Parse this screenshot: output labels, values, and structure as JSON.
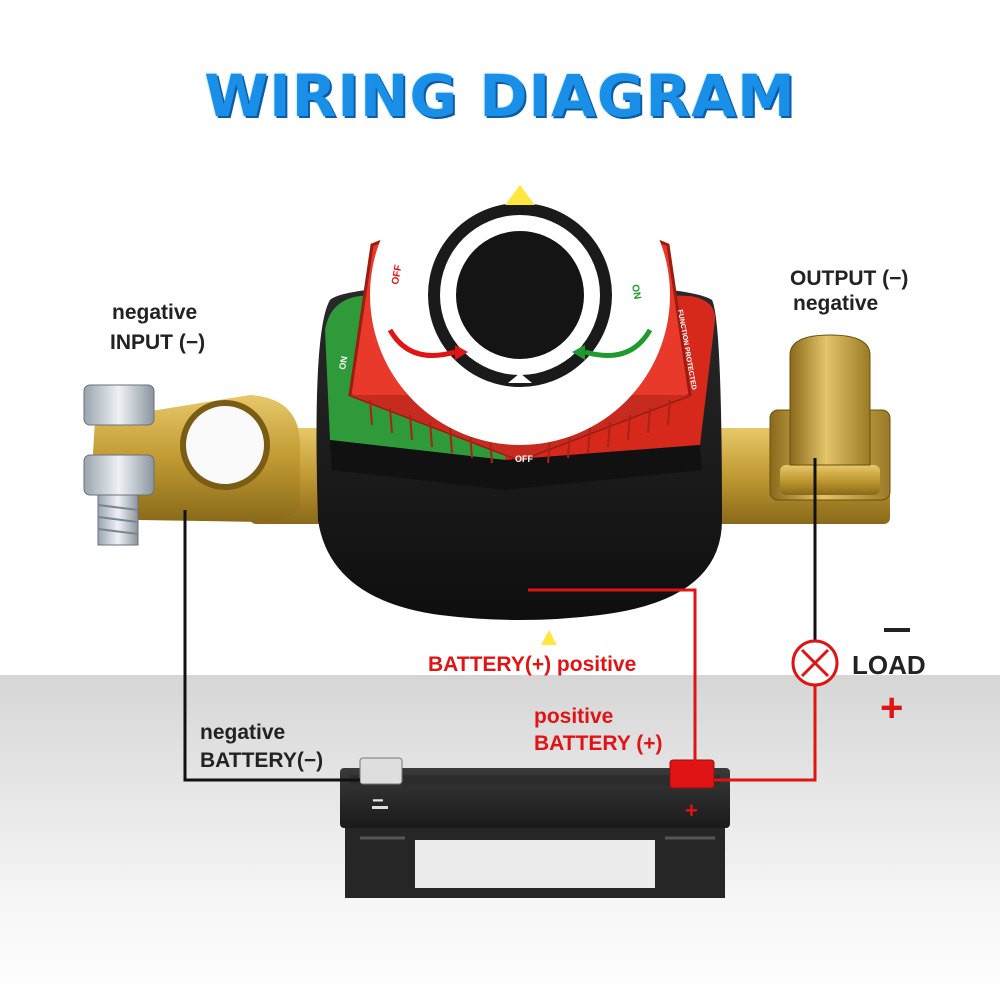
{
  "title": "WIRING DIAGRAM",
  "labels": {
    "input_negative_line1": "negative",
    "input_negative_line2": "INPUT (−)",
    "output_negative_line1": "OUTPUT (−)",
    "output_negative_line2": "negative",
    "battery_positive_center": "BATTERY(+) positive",
    "load": "LOAD",
    "load_plus": "+",
    "battery_negative_line1": "negative",
    "battery_negative_line2": "BATTERY(−)",
    "battery_positive_line1": "positive",
    "battery_positive_line2": "BATTERY (+)"
  },
  "knob": {
    "off_left": "OFF",
    "on_right": "ON",
    "on_side": "ON",
    "off_side": "OFF",
    "side_text": "FUNCTION PROTECTED"
  },
  "battery": {
    "plus_mark": "+",
    "minus_mark": "−"
  },
  "colors": {
    "title_blue": "#1a8fe8",
    "wire_red": "#e01414",
    "wire_black": "#111111",
    "knob_red": "#e8392a",
    "brass": "#c9a43a",
    "housing_black": "#1c1c1c"
  }
}
